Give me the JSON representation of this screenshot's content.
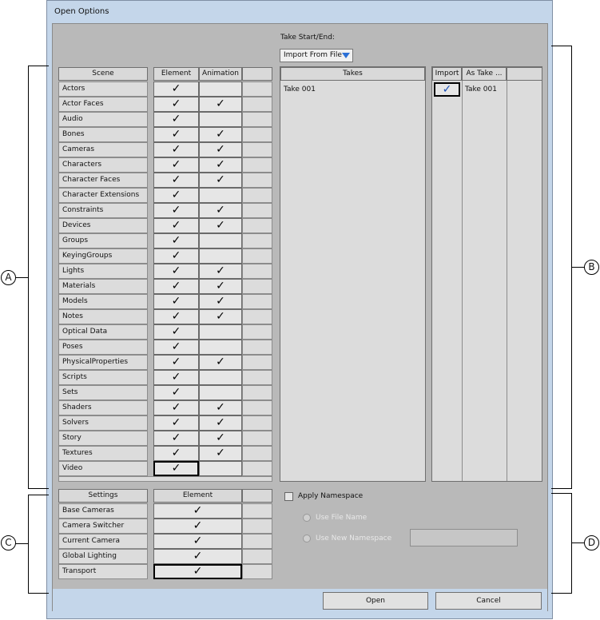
{
  "window": {
    "title": "Open Options"
  },
  "take": {
    "label": "Take Start/End:",
    "dropdown_value": "Import From File"
  },
  "scene_table": {
    "headers": {
      "scene": "Scene",
      "element": "Element",
      "animation": "Animation"
    },
    "rows": [
      {
        "label": "Actors",
        "element": true,
        "animation": false
      },
      {
        "label": "Actor Faces",
        "element": true,
        "animation": true
      },
      {
        "label": "Audio",
        "element": true,
        "animation": false
      },
      {
        "label": "Bones",
        "element": true,
        "animation": true
      },
      {
        "label": "Cameras",
        "element": true,
        "animation": true
      },
      {
        "label": "Characters",
        "element": true,
        "animation": true
      },
      {
        "label": "Character Faces",
        "element": true,
        "animation": true
      },
      {
        "label": "Character Extensions",
        "element": true,
        "animation": false
      },
      {
        "label": "Constraints",
        "element": true,
        "animation": true
      },
      {
        "label": "Devices",
        "element": true,
        "animation": true
      },
      {
        "label": "Groups",
        "element": true,
        "animation": false
      },
      {
        "label": "KeyingGroups",
        "element": true,
        "animation": false
      },
      {
        "label": "Lights",
        "element": true,
        "animation": true
      },
      {
        "label": "Materials",
        "element": true,
        "animation": true
      },
      {
        "label": "Models",
        "element": true,
        "animation": true
      },
      {
        "label": "Notes",
        "element": true,
        "animation": true
      },
      {
        "label": "Optical Data",
        "element": true,
        "animation": false
      },
      {
        "label": "Poses",
        "element": true,
        "animation": false
      },
      {
        "label": "PhysicalProperties",
        "element": true,
        "animation": true
      },
      {
        "label": "Scripts",
        "element": true,
        "animation": false
      },
      {
        "label": "Sets",
        "element": true,
        "animation": false
      },
      {
        "label": "Shaders",
        "element": true,
        "animation": true
      },
      {
        "label": "Solvers",
        "element": true,
        "animation": true
      },
      {
        "label": "Story",
        "element": true,
        "animation": true
      },
      {
        "label": "Textures",
        "element": true,
        "animation": true
      },
      {
        "label": "Video",
        "element": true,
        "animation": false
      }
    ]
  },
  "takes_table": {
    "headers": {
      "takes": "Takes",
      "import": "Import",
      "as_take": "As Take ..."
    },
    "rows": [
      {
        "take": "Take 001",
        "import": true,
        "as_take": "Take 001"
      }
    ]
  },
  "settings_table": {
    "headers": {
      "settings": "Settings",
      "element": "Element"
    },
    "rows": [
      {
        "label": "Base Cameras",
        "element": true
      },
      {
        "label": "Camera Switcher",
        "element": true
      },
      {
        "label": "Current Camera",
        "element": true
      },
      {
        "label": "Global Lighting",
        "element": true
      },
      {
        "label": "Transport",
        "element": true
      }
    ]
  },
  "namespace": {
    "apply_label": "Apply Namespace",
    "use_file_name": "Use File Name",
    "use_new_namespace": "Use New Namespace",
    "namespace_value": ""
  },
  "buttons": {
    "open": "Open",
    "cancel": "Cancel"
  },
  "callouts": {
    "a": "A",
    "b": "B",
    "c": "C",
    "d": "D"
  },
  "check_glyph": "✓"
}
